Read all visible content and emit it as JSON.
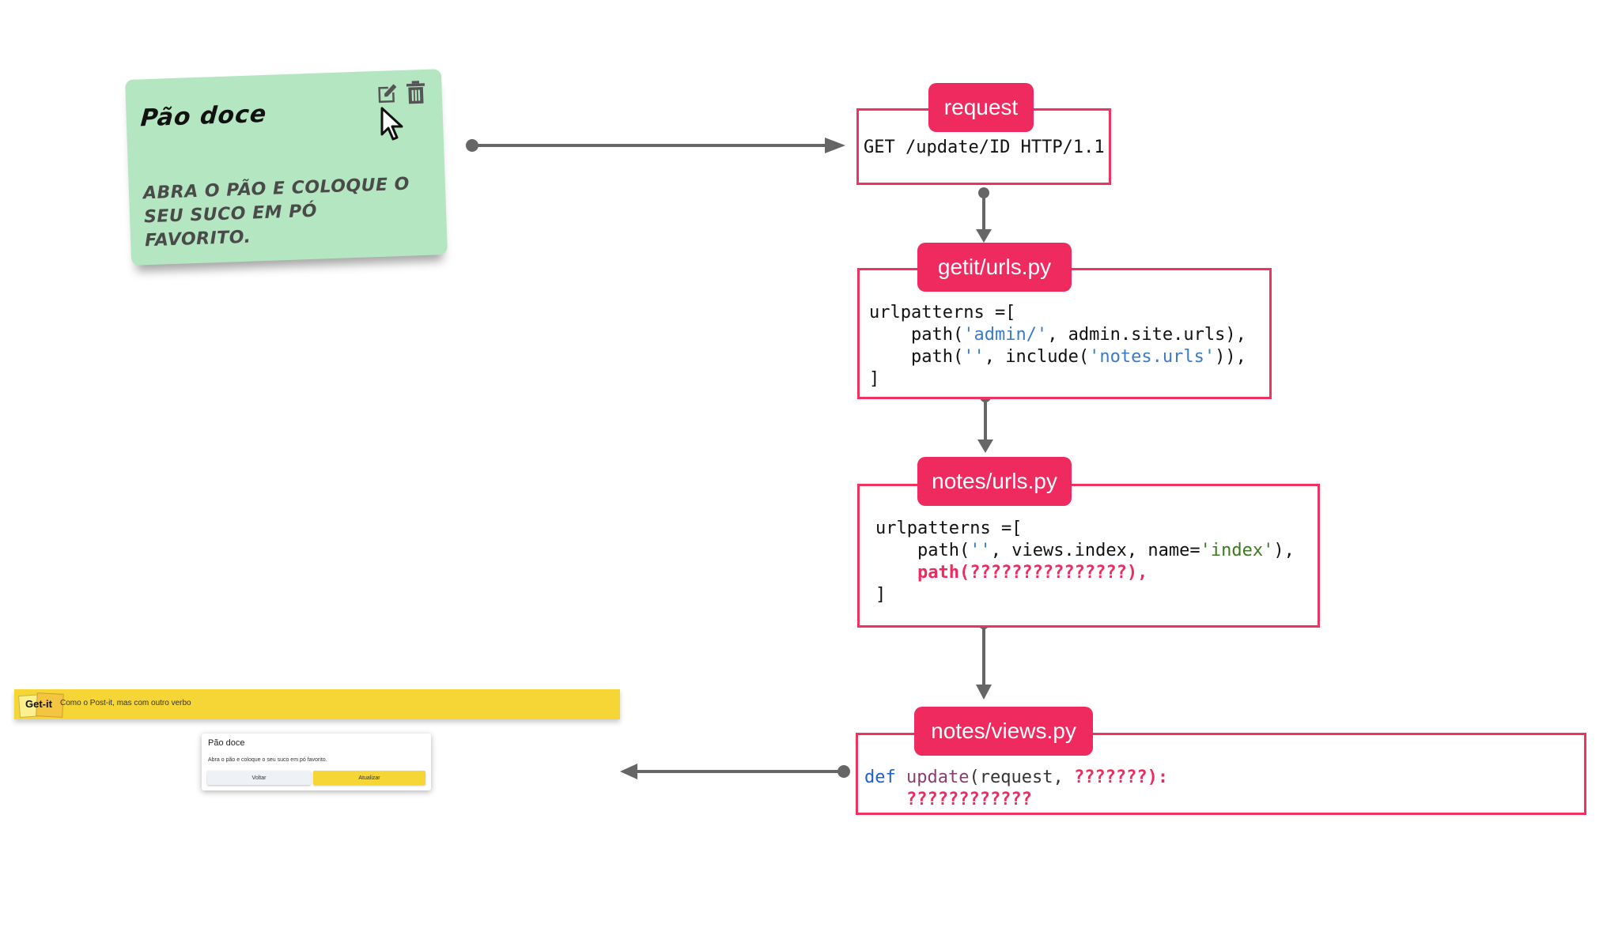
{
  "note": {
    "title": "Pão doce",
    "body": "Abra o pão e coloque o seu suco em pó favorito.",
    "icons": [
      "edit-icon",
      "trash-icon",
      "mouse-pointer-icon"
    ],
    "color": "#b5e6c2"
  },
  "flow": {
    "accent": "#ef2a5f",
    "request": {
      "label": "request",
      "code": "GET /update/ID HTTP/1.1"
    },
    "getit_urls": {
      "label": "getit/urls.py",
      "lines": [
        {
          "text": "urlpatterns =["
        },
        {
          "pre": "    path(",
          "str": "'admin/'",
          "post": ", admin.site.urls),"
        },
        {
          "pre": "    path(",
          "str": "''",
          "mid": ", include(",
          "str2": "'notes.urls'",
          "post": ")),"
        },
        {
          "text": "]"
        }
      ]
    },
    "notes_urls": {
      "label": "notes/urls.py",
      "lines": [
        {
          "text": "urlpatterns =["
        },
        {
          "pre": "    path(",
          "str": "''",
          "mid": ", views.index, name=",
          "str2": "'index'",
          "post": "),"
        },
        {
          "hl": "    path(???????????????),"
        },
        {
          "text": "]"
        }
      ]
    },
    "notes_views": {
      "label": "notes/views.py",
      "kw": "def",
      "fn": "update",
      "args": "(request, ",
      "unknown_arg": "???????",
      "close": "):",
      "body": "    ????????????"
    }
  },
  "app": {
    "logo": "Get-it",
    "tagline": "Como o Post-it, mas com outro verbo",
    "card": {
      "title": "Pão doce",
      "text": "Abra o pão e coloque o seu suco em pó favorito.",
      "back_button": "Voltar",
      "update_button": "Atualizar"
    }
  }
}
